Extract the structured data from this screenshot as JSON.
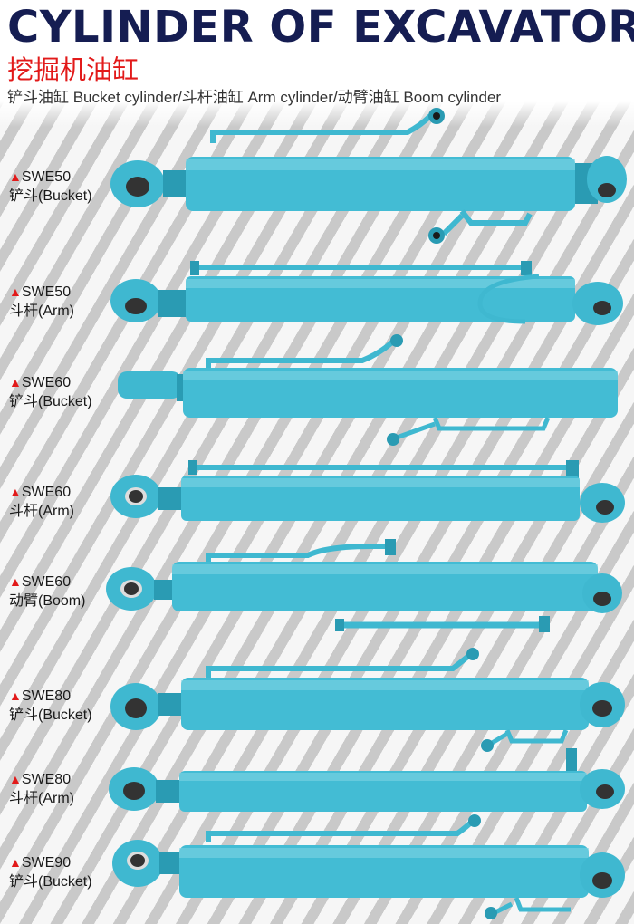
{
  "header": {
    "title": "CYLINDER OF EXCAVATOR",
    "subtitle_cn": "挖掘机油缸",
    "description": "铲斗油缸 Bucket cylinder/斗杆油缸 Arm cylinder/动臂油缸 Boom cylinder"
  },
  "colors": {
    "title": "#151d52",
    "accent_red": "#e21a1a",
    "cylinder_blue": "#3fb8d0"
  },
  "products": [
    {
      "model": "SWE50",
      "type": "铲斗(Bucket)"
    },
    {
      "model": "SWE50",
      "type": "斗杆(Arm)"
    },
    {
      "model": "SWE60",
      "type": "铲斗(Bucket)"
    },
    {
      "model": "SWE60",
      "type": "斗杆(Arm)"
    },
    {
      "model": "SWE60",
      "type": "动臂(Boom)"
    },
    {
      "model": "SWE80",
      "type": "铲斗(Bucket)"
    },
    {
      "model": "SWE80",
      "type": "斗杆(Arm)"
    },
    {
      "model": "SWE90",
      "type": "铲斗(Bucket)"
    }
  ]
}
